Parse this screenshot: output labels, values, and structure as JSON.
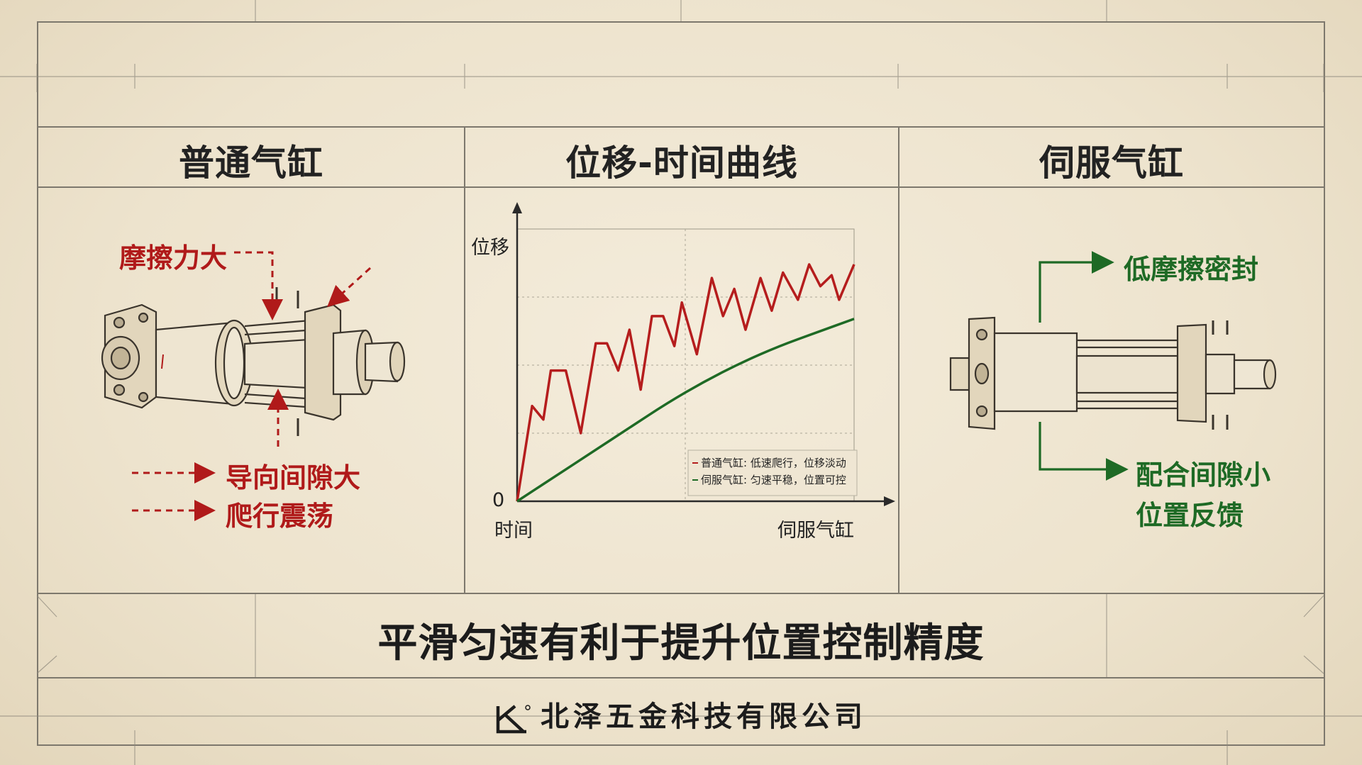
{
  "panels": {
    "left": {
      "title": "普通气缸",
      "labels": [
        "摩擦力大",
        "导向间隙大",
        "爬行震荡"
      ]
    },
    "middle": {
      "title": "位移-时间曲线"
    },
    "right": {
      "title": "伺服气缸",
      "labels": [
        "低摩擦密封",
        "配合间隙小",
        "位置反馈"
      ]
    }
  },
  "chart_data": {
    "type": "line",
    "title": "位移-时间曲线",
    "xlabel": "时间",
    "ylabel": "位移",
    "origin_label": "0",
    "x_end_label": "伺服气缸",
    "legend_position": "bottom-right",
    "grid": true,
    "series": [
      {
        "name": "普通气缸: 低速爬行，位移淡动",
        "color": "#b51d1d",
        "style": "zigzag",
        "points": [
          [
            0,
            0
          ],
          [
            0.04,
            0.35
          ],
          [
            0.07,
            0.3
          ],
          [
            0.09,
            0.48
          ],
          [
            0.13,
            0.48
          ],
          [
            0.17,
            0.25
          ],
          [
            0.21,
            0.58
          ],
          [
            0.24,
            0.58
          ],
          [
            0.27,
            0.48
          ],
          [
            0.3,
            0.63
          ],
          [
            0.33,
            0.41
          ],
          [
            0.36,
            0.68
          ],
          [
            0.39,
            0.68
          ],
          [
            0.42,
            0.57
          ],
          [
            0.44,
            0.73
          ],
          [
            0.48,
            0.54
          ],
          [
            0.52,
            0.82
          ],
          [
            0.55,
            0.68
          ],
          [
            0.58,
            0.78
          ],
          [
            0.61,
            0.63
          ],
          [
            0.65,
            0.82
          ],
          [
            0.68,
            0.7
          ],
          [
            0.71,
            0.84
          ],
          [
            0.75,
            0.74
          ],
          [
            0.78,
            0.87
          ],
          [
            0.81,
            0.79
          ],
          [
            0.84,
            0.83
          ],
          [
            0.86,
            0.74
          ],
          [
            0.9,
            0.87
          ]
        ]
      },
      {
        "name": "伺服气缸: 匀速平稳，位置可控",
        "color": "#1e6a25",
        "style": "smooth",
        "points": [
          [
            0,
            0
          ],
          [
            0.1,
            0.09
          ],
          [
            0.2,
            0.18
          ],
          [
            0.3,
            0.27
          ],
          [
            0.4,
            0.36
          ],
          [
            0.5,
            0.44
          ],
          [
            0.6,
            0.51
          ],
          [
            0.7,
            0.57
          ],
          [
            0.8,
            0.62
          ],
          [
            0.9,
            0.67
          ]
        ]
      }
    ]
  },
  "summary": "平滑匀速有利于提升位置控制精度",
  "footer": {
    "company": "北泽五金科技有限公司"
  },
  "colors": {
    "red": "#b01a1a",
    "green": "#1e6a25",
    "background": "#efe6d3",
    "frame": "#7d786d"
  }
}
